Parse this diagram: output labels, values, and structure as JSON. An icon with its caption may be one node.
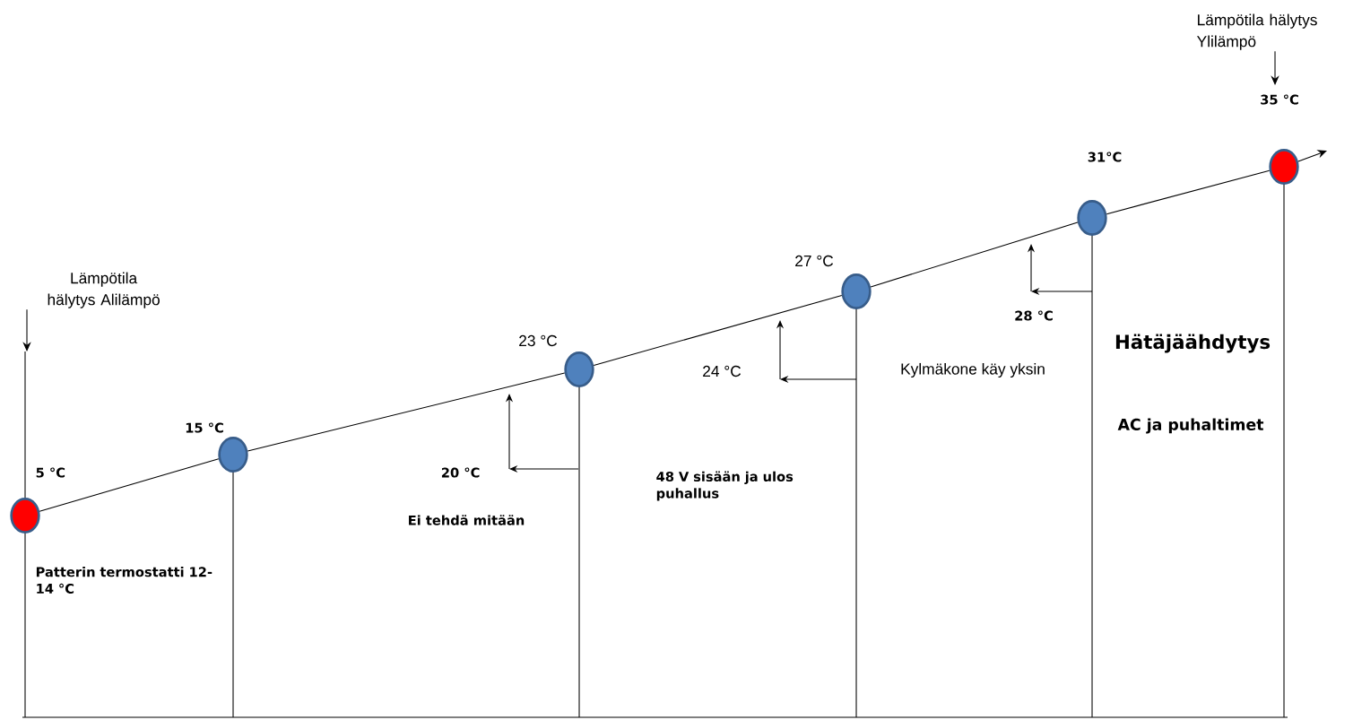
{
  "diagram": {
    "nodes": [
      {
        "text": [],
        "shape": "circle",
        "beside": [
          "5 °C"
        ]
      },
      {
        "text": [],
        "shape": "circle",
        "beside": [
          "15 °C"
        ]
      },
      {
        "text": [],
        "shape": "circle",
        "beside": [
          "23 °C"
        ]
      },
      {
        "text": [],
        "shape": "circle",
        "beside": [
          "27 °C"
        ]
      },
      {
        "text": [],
        "shape": "circle",
        "beside": [
          "31°C"
        ]
      },
      {
        "text": [],
        "shape": "circle",
        "beside": [
          "35 °C"
        ]
      },
      {
        "text": [
          "Lämpötila hälytys Alilämpö"
        ]
      },
      {
        "text": [
          "Lämpötila hälytys Ylilämpö"
        ]
      }
    ],
    "edges": [
      {
        "from": 0,
        "to": 1,
        "arrow": "none"
      },
      {
        "from": 1,
        "to": 2,
        "arrow": "none"
      },
      {
        "from": 2,
        "to": 3,
        "arrow": "none"
      },
      {
        "from": 3,
        "to": 4,
        "arrow": "none"
      },
      {
        "from": 4,
        "to": 5,
        "arrow": "none"
      },
      {
        "from": 5,
        "to": null,
        "arrow": "to"
      },
      {
        "from": 6,
        "to": null,
        "arrow": "to"
      },
      {
        "from": 7,
        "to": 5,
        "arrow": "to"
      }
    ],
    "labels": [
      "Patterin termostatti 12-14 °C",
      "20 °C",
      "Ei tehdä mitään",
      "24 °C",
      "48 V sisään ja ulos puhallus",
      "28 °C",
      "Kylmäkone käy yksin",
      "Hätäjäähdytys",
      "AC ja puhaltimet"
    ]
  }
}
